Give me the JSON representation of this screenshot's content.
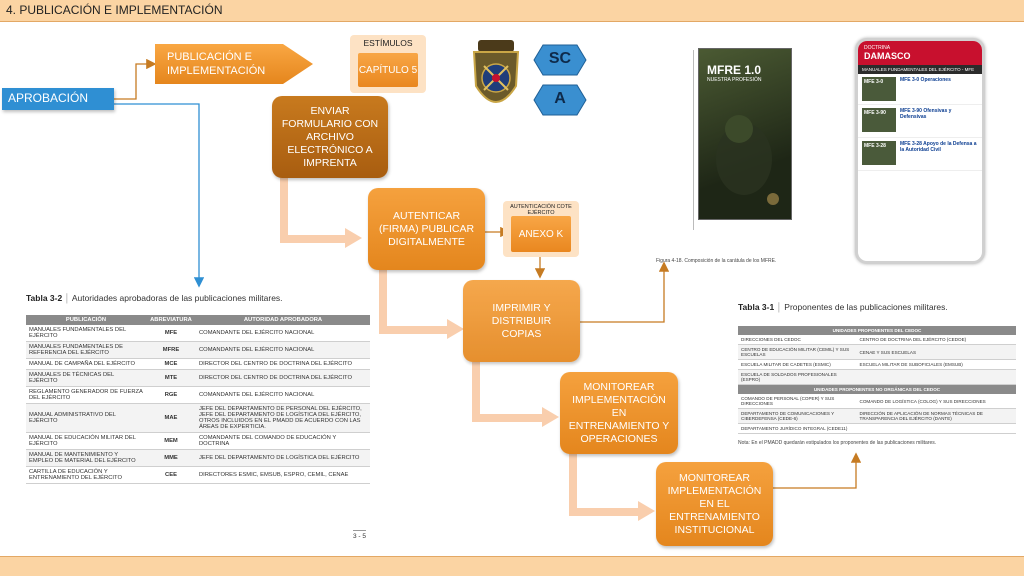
{
  "header": {
    "title": "4. PUBLICACIÓN E IMPLEMENTACIÓN"
  },
  "flow": {
    "aprobacion": "APROBACIÓN",
    "publicacion": "PUBLICACIÓN E IMPLEMENTACIÓN",
    "estimulos_title": "ESTÍMULOS",
    "capitulo": "CAPÍTULO 5",
    "sc": "SC",
    "a": "A",
    "enviar": "ENVIAR FORMULARIO CON ARCHIVO ELECTRÓNICO A IMPRENTA",
    "autenticar": "AUTENTICAR (FIRMA) PUBLICAR DIGITALMENTE",
    "autenticacion_title": "AUTENTICACIÓN COTE EJÉRCITO",
    "anexo": "ANEXO K",
    "imprimir": "IMPRIMIR Y DISTRIBUIR COPIAS",
    "monitorear1": "MONITOREAR IMPLEMENTACIÓN EN ENTRENAMIENTO Y OPERACIONES",
    "monitorear2": "MONITOREAR IMPLEMENTACIÓN EN EL ENTRENAMIENTO INSTITUCIONAL"
  },
  "table32": {
    "caption_num": "Tabla 3-2",
    "caption_text": "Autoridades aprobadoras de las publicaciones militares.",
    "headers": [
      "PUBLICACIÓN",
      "ABREVIATURA",
      "AUTORIDAD APROBADORA"
    ],
    "rows": [
      [
        "MANUALES FUNDAMENTALES DEL EJÉRCITO",
        "MFE",
        "COMANDANTE DEL EJÉRCITO NACIONAL"
      ],
      [
        "MANUALES FUNDAMENTALES DE REFERENCIA DEL EJÉRCITO",
        "MFRE",
        "COMANDANTE DEL EJÉRCITO NACIONAL"
      ],
      [
        "MANUAL DE CAMPAÑA DEL EJÉRCITO",
        "MCE",
        "DIRECTOR DEL CENTRO DE DOCTRINA DEL EJÉRCITO"
      ],
      [
        "MANUALES DE TÉCNICAS DEL EJÉRCITO",
        "MTE",
        "DIRECTOR DEL CENTRO DE DOCTRINA DEL EJÉRCITO"
      ],
      [
        "REGLAMENTO GENERADOR DE FUERZA DEL EJÉRCITO",
        "RGE",
        "COMANDANTE DEL EJÉRCITO NACIONAL"
      ],
      [
        "MANUAL ADMINISTRATIVO DEL EJÉRCITO",
        "MAE",
        "JEFE DEL DEPARTAMENTO DE PERSONAL DEL EJÉRCITO, JEFE DEL DEPARTAMENTO DE LOGÍSTICA DEL EJÉRCITO, OTROS INCLUIDOS EN EL PMADD DE ACUERDO CON LAS ÁREAS DE EXPERTICIA."
      ],
      [
        "MANUAL DE EDUCACIÓN MILITAR DEL EJÉRCITO",
        "MEM",
        "COMANDANTE DEL COMANDO DE EDUCACIÓN Y DOCTRINA"
      ],
      [
        "MANUAL DE MANTENIMIENTO Y EMPLEO DE MATERIAL DEL EJÉRCITO",
        "MME",
        "JEFE DEL DEPARTAMENTO DE LOGÍSTICA DEL EJÉRCITO"
      ],
      [
        "CARTILLA DE EDUCACIÓN Y ENTRENAMIENTO DEL EJÉRCITO",
        "CEE",
        "DIRECTORES ESMIC, EMSUB, ESPRO, CEMIL, CENAE"
      ]
    ],
    "page": "3 - 5"
  },
  "table31": {
    "caption_num": "Tabla 3-1",
    "caption_text": "Proponentes de las publicaciones militares.",
    "header1": "UNIDADES PROPONENTES DEL CEDOC",
    "rows1": [
      [
        "DIRECCIONES DEL CEDOC",
        "CENTRO DE DOCTRINA DEL EJÉRCITO (CEDOE)"
      ],
      [
        "CENTRO DE EDUCACIÓN MILITAR (CEMIL) Y SUS ESCUELAS",
        "CENAE Y SUS ESCUELAS"
      ],
      [
        "ESCUELA MILITAR DE CADETES (ESMIC)",
        "ESCUELA MILITAR DE SUBOFICIALES (EMSUB)"
      ],
      [
        "ESCUELA DE SOLDADOS PROFESIONALES (ESPRO)",
        ""
      ]
    ],
    "header2": "UNIDADES PROPONENTES NO ORGÁNICAS DEL CEDOC",
    "rows2": [
      [
        "COMANDO DE PERSONAL (COPER) Y SUS DIRECCIONES",
        "COMANDO DE LOGÍSTICA (COLOG) Y SUS DIRECCIONES"
      ],
      [
        "DEPARTAMENTO DE COMUNICACIONES Y CIBERDEFENSA (CEDE-6)",
        "DIRECCIÓN DE APLICACIÓN DE NORMAS TÉCNICAS DE TRANSPARENCIA DEL EJÉRCITO (DANTE)"
      ],
      [
        "DEPARTAMENTO JURÍDICO INTEGRAL (CEDE11)",
        ""
      ]
    ],
    "nota": "Nota: En el PMADD quedarán estipulados los proponentes de las publicaciones militares."
  },
  "book": {
    "title": "MFRE 1.0",
    "subtitle": "NUESTRA PROFESIÓN"
  },
  "figure_caption": "Figura 4-18. Composición de la carátula de los MFRE.",
  "phone": {
    "brand_small": "DOCTRINA",
    "brand": "DAMASCO",
    "subtitle": "MANUALES FUNDAMENTALES DEL EJÉRCITO - MFE",
    "items": [
      {
        "title": "MFE 3-0 Operaciones",
        "thumb": "MFE 3-0"
      },
      {
        "title": "MFE 3-90 Ofensivas y Defensivas",
        "thumb": "MFE 3-90"
      },
      {
        "title": "MFE 3-28 Apoyo de la Defensa a la Autoridad Civil",
        "thumb": "MFE 3-28"
      }
    ]
  },
  "colors": {
    "dark_box": "#b86a16",
    "mid_box": "#f29a35",
    "blue": "#2f8fd3",
    "panel": "#fde2c4"
  }
}
